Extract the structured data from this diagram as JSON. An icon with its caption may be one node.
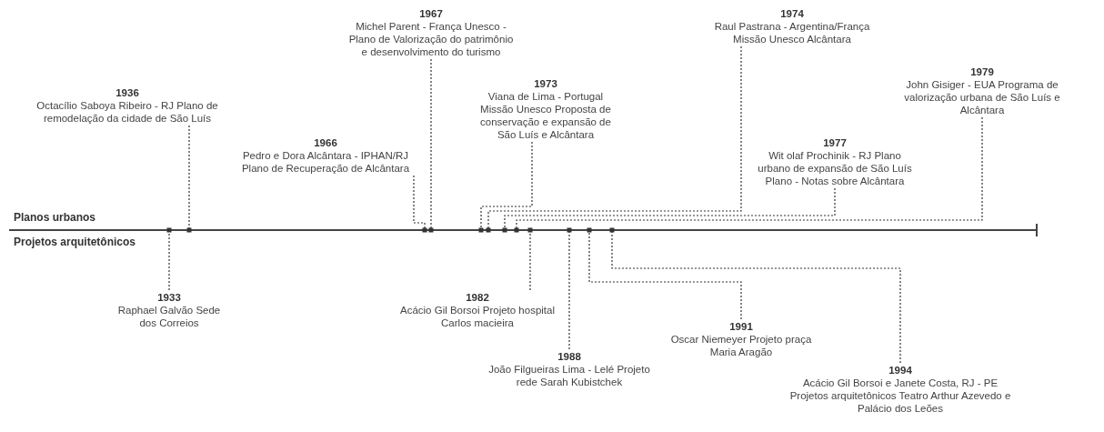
{
  "diagram": {
    "nodes": [
      {
        "text": [
          "1936",
          "Octacílio Saboya Ribeiro - RJ Plano de remodelação da cidade de São Luís"
        ]
      },
      {
        "text": [
          "1967",
          "Michel Parent - França Unesco - Plano de Valorização do patrimônio e desenvolvimento do turismo"
        ]
      },
      {
        "text": [
          "1966",
          "Pedro e Dora Alcântara - IPHAN/RJ Plano de Recuperação de Alcântara"
        ]
      },
      {
        "text": [
          "1973",
          "Viana de Lima - Portugal Missão Unesco Proposta de conservação e expansão de São Luís e Alcântara"
        ]
      },
      {
        "text": [
          "1974",
          "Raul Pastrana - Argentina/França Missão Unesco Alcântara"
        ]
      },
      {
        "text": [
          "1977",
          "Wit olaf Prochinik - RJ Plano urbano de expansão de São Luís Plano - Notas sobre Alcântara"
        ]
      },
      {
        "text": [
          "1979",
          "John Gisiger - EUA Programa de valorização urbana de São Luís e Alcântara"
        ]
      },
      {
        "text": [
          "1933",
          "Raphael Galvão Sede dos Correios"
        ]
      },
      {
        "text": [
          "1982",
          "Acácio Gil Borsoi Projeto hospital Carlos macieira"
        ]
      },
      {
        "text": [
          "1988",
          "João Filgueiras Lima - Lelé Projeto rede Sarah Kubistchek"
        ]
      },
      {
        "text": [
          "1991",
          "Oscar Niemeyer Projeto praça Maria Aragão"
        ]
      },
      {
        "text": [
          "1994",
          "Acácio Gil Borsoi e Janete Costa, RJ - PE Projetos arquitetônicos Teatro Arthur Azevedo e Palácio dos Leões"
        ]
      }
    ],
    "edges": [
      {
        "from": 0,
        "to": null,
        "arrow": "other",
        "style": "dashed"
      },
      {
        "from": 1,
        "to": null,
        "arrow": "other",
        "style": "dashed"
      },
      {
        "from": 2,
        "to": null,
        "arrow": "other",
        "style": "dashed"
      },
      {
        "from": 3,
        "to": null,
        "arrow": "other",
        "style": "dashed"
      },
      {
        "from": 4,
        "to": null,
        "arrow": "other",
        "style": "dashed"
      },
      {
        "from": 5,
        "to": null,
        "arrow": "other",
        "style": "dashed"
      },
      {
        "from": 6,
        "to": null,
        "arrow": "other",
        "style": "dashed"
      },
      {
        "from": 7,
        "to": null,
        "arrow": "other",
        "style": "dashed"
      },
      {
        "from": 8,
        "to": null,
        "arrow": "other",
        "style": "dashed"
      },
      {
        "from": 9,
        "to": null,
        "arrow": "other",
        "style": "dashed"
      },
      {
        "from": 10,
        "to": null,
        "arrow": "other",
        "style": "dashed"
      },
      {
        "from": 11,
        "to": null,
        "arrow": "other",
        "style": "dashed"
      }
    ],
    "labels": [
      "Planos urbanos",
      "Projetos arquitetônicos"
    ]
  }
}
